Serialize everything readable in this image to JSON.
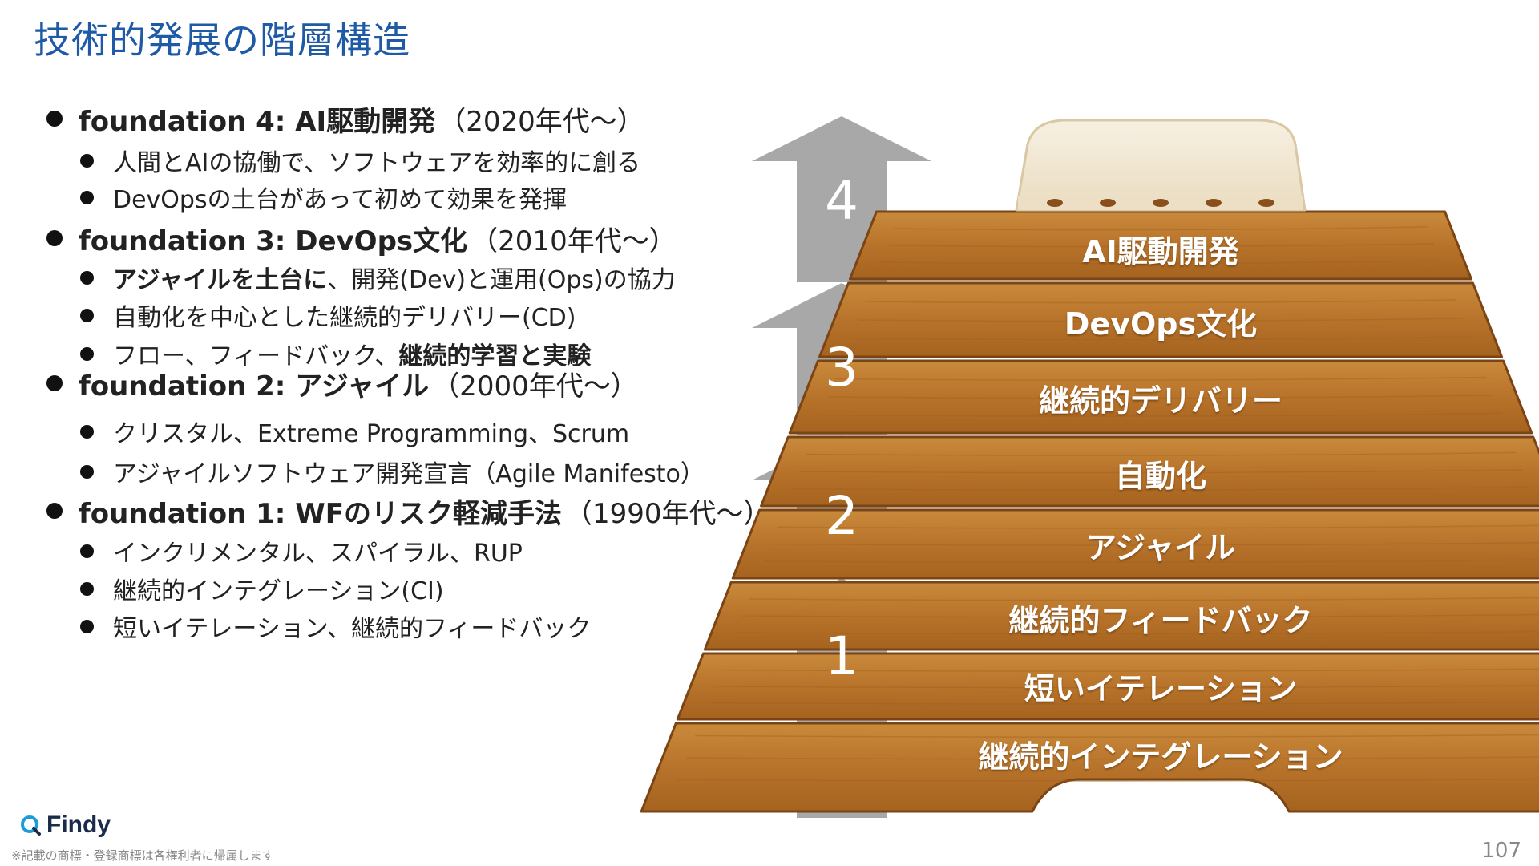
{
  "title": "技術的発展の階層構造",
  "foundations": [
    {
      "label": "foundation 4: AI駆動開発",
      "era": "（2020年代〜）",
      "points": [
        [
          {
            "t": "人間とAIの協働で、ソフトウェアを効率的に創る",
            "b": false
          }
        ],
        [
          {
            "t": "DevOpsの土台があって初めて効果を発揮",
            "b": false
          }
        ]
      ]
    },
    {
      "label": "foundation 3: DevOps文化",
      "era": "（2010年代〜）",
      "points": [
        [
          {
            "t": "アジャイルを土台に",
            "b": true
          },
          {
            "t": "、開発(Dev)と運用(Ops)の協力",
            "b": false
          }
        ],
        [
          {
            "t": "自動化を中心とした継続的デリバリー(CD)",
            "b": false
          }
        ],
        [
          {
            "t": "フロー、フィードバック、",
            "b": false
          },
          {
            "t": "継続的学習と実験",
            "b": true
          }
        ]
      ]
    },
    {
      "label": "foundation 2: アジャイル",
      "era": "（2000年代〜）",
      "points": [
        [
          {
            "t": "クリスタル、Extreme Programming、Scrum",
            "b": false
          }
        ],
        [
          {
            "t": "アジャイルソフトウェア開発宣言（Agile Manifesto）",
            "b": false
          }
        ]
      ]
    },
    {
      "label": "foundation 1: WFのリスク軽減手法",
      "era": "（1990年代〜）",
      "points": [
        [
          {
            "t": "インクリメンタル、スパイラル、RUP",
            "b": false
          }
        ],
        [
          {
            "t": "継続的インテグレーション(CI)",
            "b": false
          }
        ],
        [
          {
            "t": "短いイテレーション、継続的フィードバック",
            "b": false
          }
        ]
      ]
    }
  ],
  "arrows": [
    "4",
    "3",
    "2",
    "1"
  ],
  "tiers": [
    "AI駆動開発",
    "DevOps文化",
    "継続的デリバリー",
    "自動化",
    "アジャイル",
    "継続的フィードバック",
    "短いイテレーション",
    "継続的インテグレーション"
  ],
  "footer": {
    "logo": "Findy",
    "note": "※記載の商標・登録商標は各権利者に帰属します",
    "page": "107"
  },
  "colors": {
    "title": "#1f5aa6",
    "arrow": "#a8a8a8",
    "wood": "#b8732a",
    "wood_edge": "#7a4414",
    "cushion": "#f1e7d2"
  }
}
